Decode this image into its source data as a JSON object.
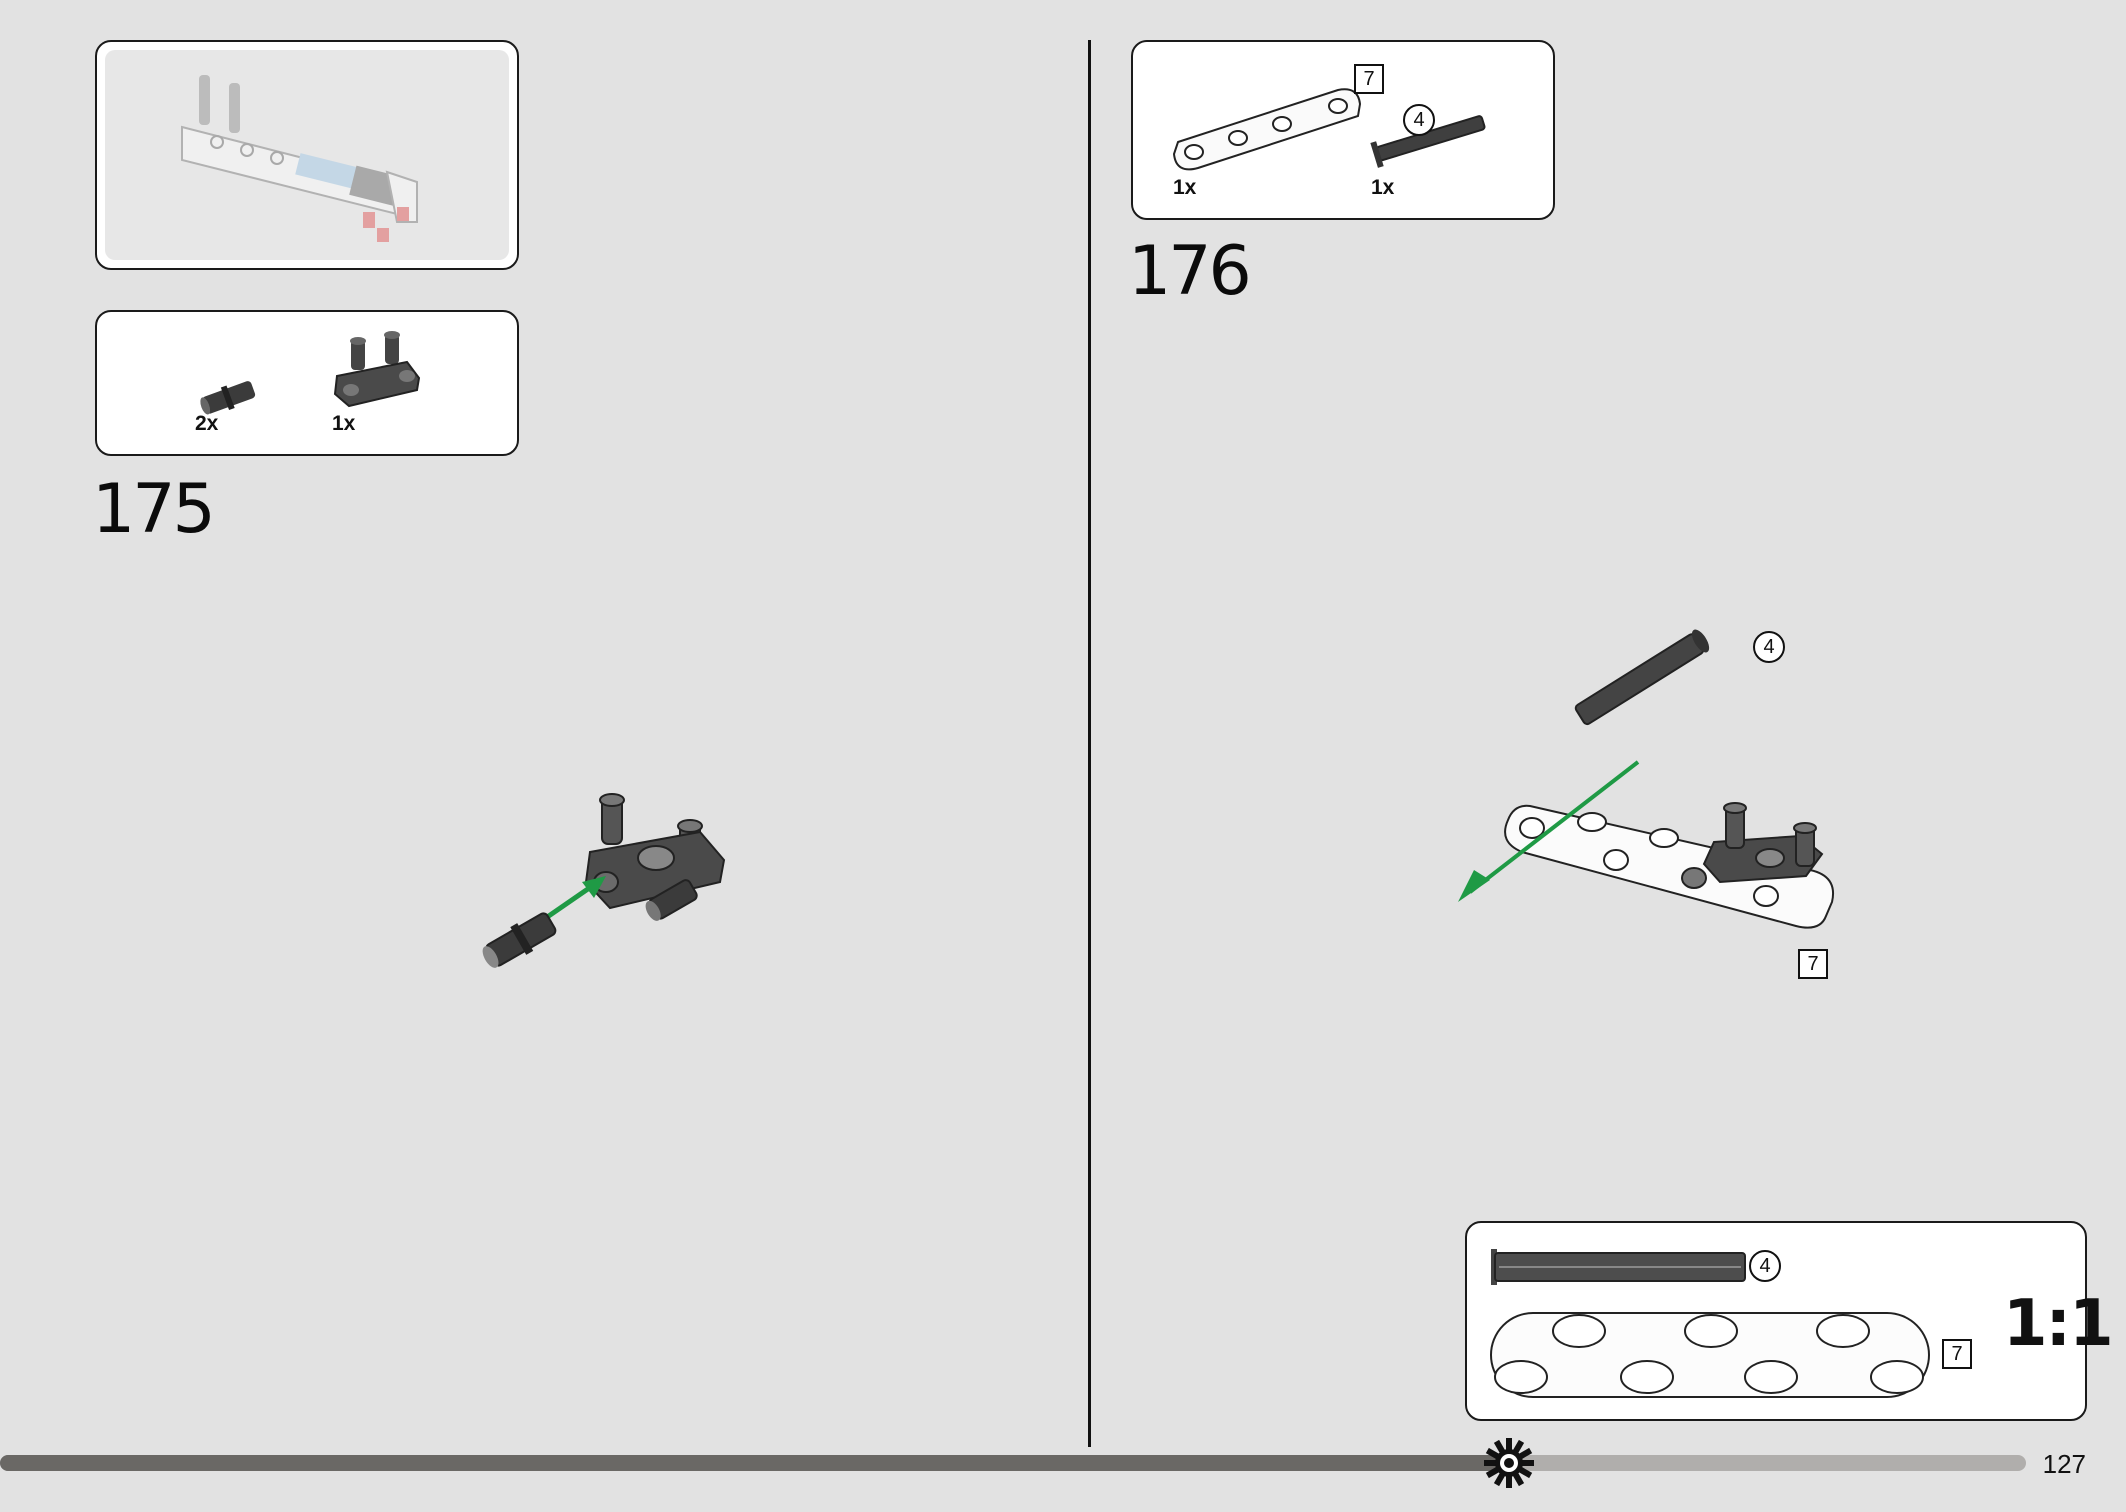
{
  "left_page": {
    "step_number": "175",
    "parts_callout": [
      {
        "name": "friction-pin-connector",
        "quantity": "2x"
      },
      {
        "name": "double-pin-perpendicular-connector",
        "quantity": "1x"
      }
    ]
  },
  "right_page": {
    "step_number": "176",
    "parts_callout": [
      {
        "name": "beam-7",
        "quantity": "1x",
        "length_badge": "7"
      },
      {
        "name": "axle-4",
        "quantity": "1x",
        "length_badge": "4"
      }
    ],
    "assembly_labels": {
      "axle": "4",
      "beam": "7"
    },
    "scale_box": {
      "axle_label": "4",
      "beam_label": "7",
      "scale_text": "1:1"
    }
  },
  "footer": {
    "page_number": "127",
    "progress": 0.745,
    "progress_icon": "gear-icon"
  },
  "colors": {
    "background": "#e2e2e2",
    "arrow": "#1f9a45",
    "part_dark": "#4a4a4a",
    "highlight_blue": "#a9cbe6",
    "highlight_red": "#e06767"
  }
}
